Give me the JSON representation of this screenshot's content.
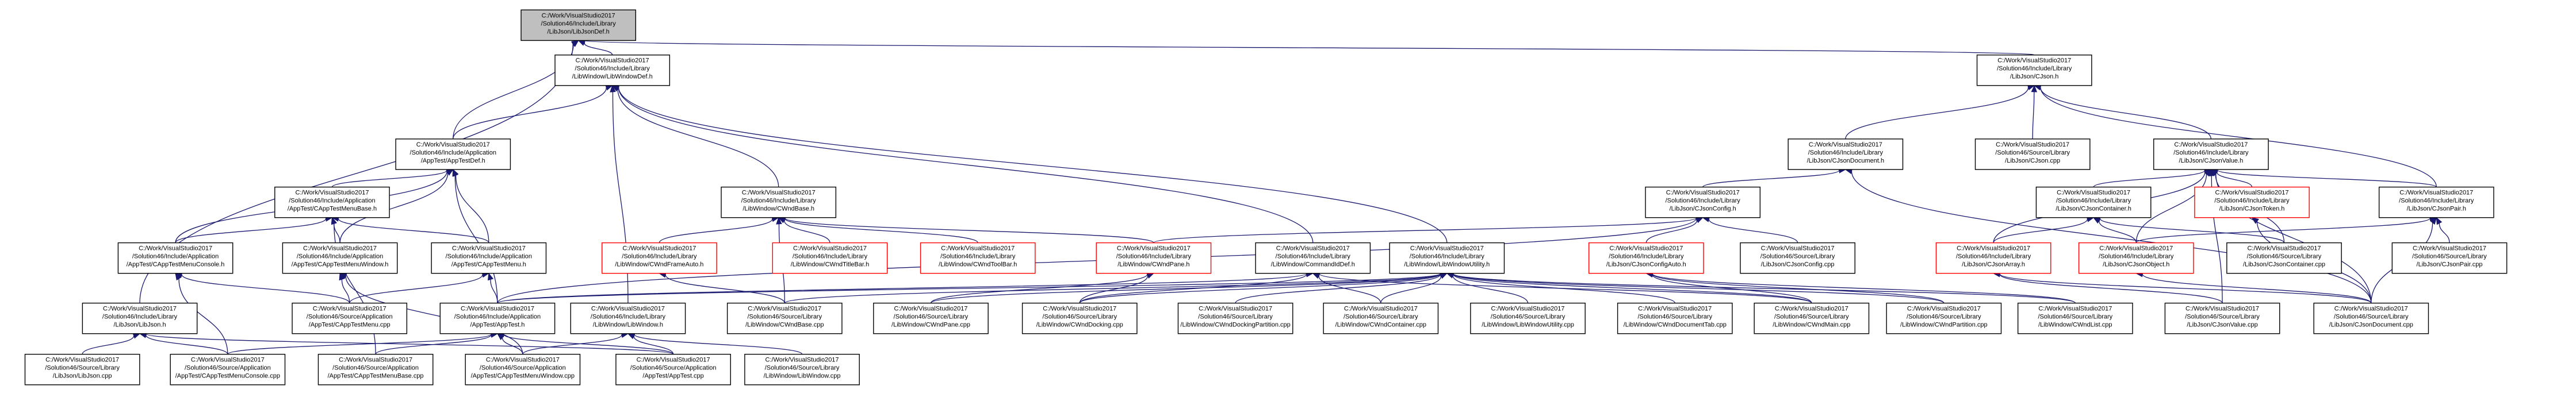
{
  "colors": {
    "edge": "#191970",
    "root_fill": "#bfbfbf",
    "missing_border": "#ff0000",
    "node_border": "#000000",
    "background": "#ffffff"
  },
  "nodes": [
    {
      "id": "LibJsonDef",
      "lines": [
        "C:/Work/VisualStudio2017",
        "/Solution46/Include/Library",
        "/LibJson/LibJsonDef.h"
      ],
      "root": true
    },
    {
      "id": "LibWindowDef",
      "lines": [
        "C:/Work/VisualStudio2017",
        "/Solution46/Include/Library",
        "/LibWindow/LibWindowDef.h"
      ]
    },
    {
      "id": "CJson_h",
      "lines": [
        "C:/Work/VisualStudio2017",
        "/Solution46/Include/Library",
        "/LibJson/CJson.h"
      ]
    },
    {
      "id": "AppTestDef",
      "lines": [
        "C:/Work/VisualStudio2017",
        "/Solution46/Include/Application",
        "/AppTest/AppTestDef.h"
      ]
    },
    {
      "id": "CJsonDocument_h",
      "lines": [
        "C:/Work/VisualStudio2017",
        "/Solution46/Include/Library",
        "/LibJson/CJsonDocument.h"
      ]
    },
    {
      "id": "CJson_cpp",
      "lines": [
        "C:/Work/VisualStudio2017",
        "/Solution46/Source/Library",
        "/LibJson/CJson.cpp"
      ]
    },
    {
      "id": "CJsonValue_h",
      "lines": [
        "C:/Work/VisualStudio2017",
        "/Solution46/Include/Library",
        "/LibJson/CJsonValue.h"
      ]
    },
    {
      "id": "CAppTestMenuBase_h",
      "lines": [
        "C:/Work/VisualStudio2017",
        "/Solution46/Include/Application",
        "/AppTest/CAppTestMenuBase.h"
      ]
    },
    {
      "id": "CWndBase_h",
      "lines": [
        "C:/Work/VisualStudio2017",
        "/Solution46/Include/Library",
        "/LibWindow/CWndBase.h"
      ]
    },
    {
      "id": "CJsonConfig_h",
      "lines": [
        "C:/Work/VisualStudio2017",
        "/Solution46/Include/Library",
        "/LibJson/CJsonConfig.h"
      ]
    },
    {
      "id": "CJsonContainer_h",
      "lines": [
        "C:/Work/VisualStudio2017",
        "/Solution46/Include/Library",
        "/LibJson/CJsonContainer.h"
      ]
    },
    {
      "id": "CJsonToken_h",
      "lines": [
        "C:/Work/VisualStudio2017",
        "/Solution46/Include/Library",
        "/LibJson/CJsonToken.h"
      ],
      "missing": true
    },
    {
      "id": "CJsonPair_h",
      "lines": [
        "C:/Work/VisualStudio2017",
        "/Solution46/Include/Library",
        "/LibJson/CJsonPair.h"
      ]
    },
    {
      "id": "CAppTestMenuConsole_h",
      "lines": [
        "C:/Work/VisualStudio2017",
        "/Solution46/Include/Application",
        "/AppTest/CAppTestMenuConsole.h"
      ]
    },
    {
      "id": "CAppTestMenuWindow_h",
      "lines": [
        "C:/Work/VisualStudio2017",
        "/Solution46/Include/Application",
        "/AppTest/CAppTestMenuWindow.h"
      ]
    },
    {
      "id": "CAppTestMenu_h",
      "lines": [
        "C:/Work/VisualStudio2017",
        "/Solution46/Include/Application",
        "/AppTest/CAppTestMenu.h"
      ]
    },
    {
      "id": "CWndFrameAuto_h",
      "lines": [
        "C:/Work/VisualStudio2017",
        "/Solution46/Include/Library",
        "/LibWindow/CWndFrameAuto.h"
      ],
      "missing": true
    },
    {
      "id": "CWndTitleBar_h",
      "lines": [
        "C:/Work/VisualStudio2017",
        "/Solution46/Include/Library",
        "/LibWindow/CWndTitleBar.h"
      ],
      "missing": true
    },
    {
      "id": "CWndToolBar_h",
      "lines": [
        "C:/Work/VisualStudio2017",
        "/Solution46/Include/Library",
        "/LibWindow/CWndToolBar.h"
      ],
      "missing": true
    },
    {
      "id": "CWndPane_h",
      "lines": [
        "C:/Work/VisualStudio2017",
        "/Solution46/Include/Library",
        "/LibWindow/CWndPane.h"
      ],
      "missing": true
    },
    {
      "id": "CommandIdDef_h",
      "lines": [
        "C:/Work/VisualStudio2017",
        "/Solution46/Include/Library",
        "/LibWindow/CommandIdDef.h"
      ]
    },
    {
      "id": "LibWindowUtility_h",
      "lines": [
        "C:/Work/VisualStudio2017",
        "/Solution46/Include/Library",
        "/LibWindow/LibWindowUtility.h"
      ]
    },
    {
      "id": "CJsonConfigAuto_h",
      "lines": [
        "C:/Work/VisualStudio2017",
        "/Solution46/Include/Library",
        "/LibJson/CJsonConfigAuto.h"
      ],
      "missing": true
    },
    {
      "id": "CJsonConfig_cpp",
      "lines": [
        "C:/Work/VisualStudio2017",
        "/Solution46/Source/Library",
        "/LibJson/CJsonConfig.cpp"
      ]
    },
    {
      "id": "CJsonArray_h",
      "lines": [
        "C:/Work/VisualStudio2017",
        "/Solution46/Include/Library",
        "/LibJson/CJsonArray.h"
      ],
      "missing": true
    },
    {
      "id": "CJsonObject_h",
      "lines": [
        "C:/Work/VisualStudio2017",
        "/Solution46/Include/Library",
        "/LibJson/CJsonObject.h"
      ],
      "missing": true
    },
    {
      "id": "CJsonContainer_cpp",
      "lines": [
        "C:/Work/VisualStudio2017",
        "/Solution46/Source/Library",
        "/LibJson/CJsonContainer.cpp"
      ]
    },
    {
      "id": "CJsonPair_cpp",
      "lines": [
        "C:/Work/VisualStudio2017",
        "/Solution46/Source/Library",
        "/LibJson/CJsonPair.cpp"
      ]
    },
    {
      "id": "LibJson_h",
      "lines": [
        "C:/Work/VisualStudio2017",
        "/Solution46/Include/Library",
        "/LibJson/LibJson.h"
      ]
    },
    {
      "id": "CAppTestMenu_cpp",
      "lines": [
        "C:/Work/VisualStudio2017",
        "/Solution46/Source/Application",
        "/AppTest/CAppTestMenu.cpp"
      ]
    },
    {
      "id": "AppTest_h",
      "lines": [
        "C:/Work/VisualStudio2017",
        "/Solution46/Include/Application",
        "/AppTest/AppTest.h"
      ]
    },
    {
      "id": "LibWindow_h",
      "lines": [
        "C:/Work/VisualStudio2017",
        "/Solution46/Include/Library",
        "/LibWindow/LibWindow.h"
      ]
    },
    {
      "id": "CWndBase_cpp",
      "lines": [
        "C:/Work/VisualStudio2017",
        "/Solution46/Source/Library",
        "/LibWindow/CWndBase.cpp"
      ]
    },
    {
      "id": "CWndPane_cpp",
      "lines": [
        "C:/Work/VisualStudio2017",
        "/Solution46/Source/Library",
        "/LibWindow/CWndPane.cpp"
      ]
    },
    {
      "id": "CWndDocking_cpp",
      "lines": [
        "C:/Work/VisualStudio2017",
        "/Solution46/Source/Library",
        "/LibWindow/CWndDocking.cpp"
      ]
    },
    {
      "id": "CWndDockingPartition_cpp",
      "lines": [
        "C:/Work/VisualStudio2017",
        "/Solution46/Source/Library",
        "/LibWindow/CWndDockingPartition.cpp"
      ]
    },
    {
      "id": "CWndContainer_cpp",
      "lines": [
        "C:/Work/VisualStudio2017",
        "/Solution46/Source/Library",
        "/LibWindow/CWndContainer.cpp"
      ]
    },
    {
      "id": "LibWindowUtility_cpp",
      "lines": [
        "C:/Work/VisualStudio2017",
        "/Solution46/Source/Library",
        "/LibWindow/LibWindowUtility.cpp"
      ]
    },
    {
      "id": "CWndDocumentTab_cpp",
      "lines": [
        "C:/Work/VisualStudio2017",
        "/Solution46/Source/Library",
        "/LibWindow/CWndDocumentTab.cpp"
      ]
    },
    {
      "id": "CWndMain_cpp",
      "lines": [
        "C:/Work/VisualStudio2017",
        "/Solution46/Source/Library",
        "/LibWindow/CWndMain.cpp"
      ]
    },
    {
      "id": "CWndPartition_cpp",
      "lines": [
        "C:/Work/VisualStudio2017",
        "/Solution46/Source/Library",
        "/LibWindow/CWndPartition.cpp"
      ]
    },
    {
      "id": "CWndList_cpp",
      "lines": [
        "C:/Work/VisualStudio2017",
        "/Solution46/Source/Library",
        "/LibWindow/CWndList.cpp"
      ]
    },
    {
      "id": "CJsonValue_cpp",
      "lines": [
        "C:/Work/VisualStudio2017",
        "/Solution46/Source/Library",
        "/LibJson/CJsonValue.cpp"
      ]
    },
    {
      "id": "CJsonDocument_cpp",
      "lines": [
        "C:/Work/VisualStudio2017",
        "/Solution46/Source/Library",
        "/LibJson/CJsonDocument.cpp"
      ]
    },
    {
      "id": "LibJson_cpp",
      "lines": [
        "C:/Work/VisualStudio2017",
        "/Solution46/Source/Library",
        "/LibJson/LibJson.cpp"
      ]
    },
    {
      "id": "CAppTestMenuConsole_cpp",
      "lines": [
        "C:/Work/VisualStudio2017",
        "/Solution46/Source/Application",
        "/AppTest/CAppTestMenuConsole.cpp"
      ]
    },
    {
      "id": "CAppTestMenuBase_cpp",
      "lines": [
        "C:/Work/VisualStudio2017",
        "/Solution46/Source/Application",
        "/AppTest/CAppTestMenuBase.cpp"
      ]
    },
    {
      "id": "CAppTestMenuWindow_cpp",
      "lines": [
        "C:/Work/VisualStudio2017",
        "/Solution46/Source/Application",
        "/AppTest/CAppTestMenuWindow.cpp"
      ]
    },
    {
      "id": "AppTest_cpp",
      "lines": [
        "C:/Work/VisualStudio2017",
        "/Solution46/Source/Application",
        "/AppTest/AppTest.cpp"
      ]
    },
    {
      "id": "LibWindow_cpp",
      "lines": [
        "C:/Work/VisualStudio2017",
        "/Solution46/Source/Library",
        "/LibWindow/LibWindow.cpp"
      ]
    }
  ],
  "edges": [
    [
      "LibJsonDef",
      "LibWindowDef"
    ],
    [
      "LibJsonDef",
      "CJson_h"
    ],
    [
      "LibJsonDef",
      "AppTestDef"
    ],
    [
      "LibJsonDef",
      "LibJson_h"
    ],
    [
      "CJson_h",
      "CJsonDocument_h"
    ],
    [
      "CJson_h",
      "CJson_cpp"
    ],
    [
      "CJson_h",
      "CJsonValue_h"
    ],
    [
      "CJson_h",
      "CJsonPair_h"
    ],
    [
      "LibWindowDef",
      "AppTestDef"
    ],
    [
      "LibWindowDef",
      "CWndBase_h"
    ],
    [
      "LibWindowDef",
      "CommandIdDef_h"
    ],
    [
      "LibWindowDef",
      "LibWindowUtility_h"
    ],
    [
      "LibWindowDef",
      "LibWindow_h"
    ],
    [
      "AppTestDef",
      "CAppTestMenuBase_h"
    ],
    [
      "AppTestDef",
      "CAppTestMenuConsole_h"
    ],
    [
      "AppTestDef",
      "CAppTestMenuWindow_h"
    ],
    [
      "AppTestDef",
      "CAppTestMenu_h"
    ],
    [
      "AppTestDef",
      "AppTest_h"
    ],
    [
      "CJsonDocument_h",
      "CJsonConfig_h"
    ],
    [
      "CJsonDocument_h",
      "CJsonDocument_cpp"
    ],
    [
      "CJsonValue_h",
      "CJsonContainer_h"
    ],
    [
      "CJsonValue_h",
      "CJsonToken_h"
    ],
    [
      "CJsonValue_h",
      "CJsonPair_h"
    ],
    [
      "CJsonValue_h",
      "CJsonArray_h"
    ],
    [
      "CJsonValue_h",
      "CJsonObject_h"
    ],
    [
      "CJsonValue_h",
      "CJsonValue_cpp"
    ],
    [
      "CJsonValue_h",
      "CJsonContainer_cpp"
    ],
    [
      "CJsonValue_h",
      "CJsonDocument_cpp"
    ],
    [
      "CAppTestMenuBase_h",
      "CAppTestMenuConsole_h"
    ],
    [
      "CAppTestMenuBase_h",
      "CAppTestMenuWindow_h"
    ],
    [
      "CAppTestMenuBase_h",
      "CAppTestMenu_h"
    ],
    [
      "CAppTestMenuBase_h",
      "CAppTestMenuBase_cpp"
    ],
    [
      "CWndBase_h",
      "CWndFrameAuto_h"
    ],
    [
      "CWndBase_h",
      "CWndTitleBar_h"
    ],
    [
      "CWndBase_h",
      "CWndToolBar_h"
    ],
    [
      "CWndBase_h",
      "CWndPane_h"
    ],
    [
      "CWndBase_h",
      "CWndBase_cpp"
    ],
    [
      "CJsonConfig_h",
      "CWndPane_h"
    ],
    [
      "CJsonConfig_h",
      "CJsonConfigAuto_h"
    ],
    [
      "CJsonConfig_h",
      "CJsonConfig_cpp"
    ],
    [
      "CJsonConfig_h",
      "AppTest_h"
    ],
    [
      "CJsonContainer_h",
      "CJsonArray_h"
    ],
    [
      "CJsonContainer_h",
      "CJsonObject_h"
    ],
    [
      "CJsonContainer_h",
      "CJsonContainer_cpp"
    ],
    [
      "CJsonToken_h",
      "CJsonDocument_cpp"
    ],
    [
      "CJsonPair_h",
      "CJsonPair_cpp"
    ],
    [
      "CJsonPair_h",
      "CJsonObject_h"
    ],
    [
      "CJsonPair_h",
      "CJsonDocument_cpp"
    ],
    [
      "CAppTestMenuConsole_h",
      "CAppTestMenu_cpp"
    ],
    [
      "CAppTestMenuConsole_h",
      "CAppTestMenuConsole_cpp"
    ],
    [
      "CAppTestMenuWindow_h",
      "CAppTestMenu_cpp"
    ],
    [
      "CAppTestMenuWindow_h",
      "CAppTestMenuWindow_cpp"
    ],
    [
      "CAppTestMenu_h",
      "CAppTestMenu_cpp"
    ],
    [
      "CAppTestMenu_h",
      "AppTest_h"
    ],
    [
      "CWndFrameAuto_h",
      "CWndBase_cpp"
    ],
    [
      "CWndPane_h",
      "CWndPane_cpp"
    ],
    [
      "CWndPane_h",
      "CWndDocking_cpp"
    ],
    [
      "CommandIdDef_h",
      "CWndMain_cpp"
    ],
    [
      "CommandIdDef_h",
      "CWndDocking_cpp"
    ],
    [
      "CommandIdDef_h",
      "CWndContainer_cpp"
    ],
    [
      "CommandIdDef_h",
      "AppTest_h"
    ],
    [
      "LibWindowUtility_h",
      "CWndBase_cpp"
    ],
    [
      "LibWindowUtility_h",
      "CWndPane_cpp"
    ],
    [
      "LibWindowUtility_h",
      "CWndDocking_cpp"
    ],
    [
      "LibWindowUtility_h",
      "CWndDockingPartition_cpp"
    ],
    [
      "LibWindowUtility_h",
      "CWndContainer_cpp"
    ],
    [
      "LibWindowUtility_h",
      "LibWindowUtility_cpp"
    ],
    [
      "LibWindowUtility_h",
      "CWndDocumentTab_cpp"
    ],
    [
      "LibWindowUtility_h",
      "CWndMain_cpp"
    ],
    [
      "LibWindowUtility_h",
      "CWndPartition_cpp"
    ],
    [
      "LibWindowUtility_h",
      "CWndList_cpp"
    ],
    [
      "LibWindowUtility_h",
      "AppTest_h"
    ],
    [
      "CJsonConfigAuto_h",
      "CWndMain_cpp"
    ],
    [
      "CJsonConfigAuto_h",
      "CWndPartition_cpp"
    ],
    [
      "CJsonConfigAuto_h",
      "CWndList_cpp"
    ],
    [
      "CJsonArray_h",
      "CJsonValue_cpp"
    ],
    [
      "CJsonArray_h",
      "CJsonDocument_cpp"
    ],
    [
      "CJsonObject_h",
      "CJsonDocument_cpp"
    ],
    [
      "LibJson_h",
      "LibJson_cpp"
    ],
    [
      "LibJson_h",
      "CAppTestMenuConsole_cpp"
    ],
    [
      "LibJson_h",
      "AppTest_cpp"
    ],
    [
      "AppTest_h",
      "CAppTestMenuConsole_cpp"
    ],
    [
      "AppTest_h",
      "CAppTestMenuBase_cpp"
    ],
    [
      "AppTest_h",
      "CAppTestMenuWindow_cpp"
    ],
    [
      "AppTest_h",
      "AppTest_cpp"
    ],
    [
      "LibWindow_h",
      "AppTest_cpp"
    ],
    [
      "LibWindow_h",
      "LibWindow_cpp"
    ],
    [
      "LibWindow_h",
      "CAppTestMenuWindow_cpp"
    ]
  ]
}
